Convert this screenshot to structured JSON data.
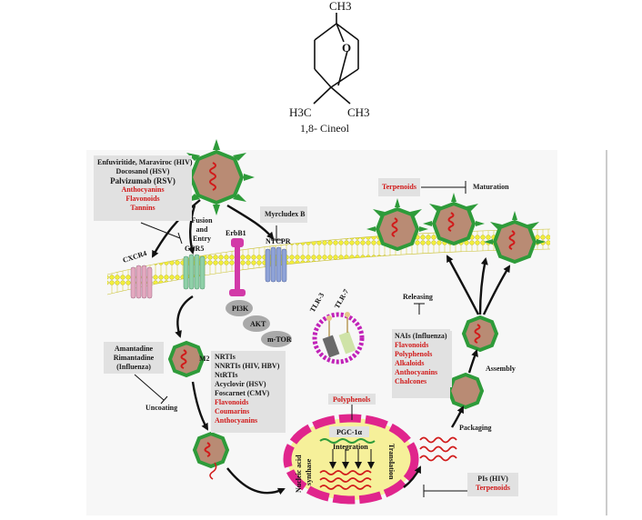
{
  "molecule": {
    "ch3_top": "CH3",
    "o_label": "O",
    "h3c_left": "H3C",
    "ch3_right": "CH3",
    "name": "1,8- Cineol"
  },
  "receptors": {
    "cxcr4": "CXCR4",
    "ccr5": "CCR5",
    "erbb1": "ErbB1",
    "ntcpr": "NTCPR",
    "tlr3": "TLR-3",
    "tlr7": "TLR-7"
  },
  "signaling": {
    "pi3k": "PI3K",
    "akt": "AKT",
    "mtor": "m-TOR"
  },
  "entry_label": [
    "Fusion",
    "and",
    "Entry"
  ],
  "entry_inhibitors": {
    "black": [
      "Enfuviritide, Maraviroc (HIV)",
      "Docosanol (HSV)",
      "Palvizumab (RSV)"
    ],
    "red": [
      "Anthocyanins",
      "Flavonoids",
      "Tannins"
    ]
  },
  "myrcludex": "Myrcludex B",
  "uncoating_inhibitors": [
    "Amantadine",
    "Rimantadine",
    "(Influenza)"
  ],
  "m2": "M2",
  "uncoating_label": "Uncoating",
  "replication_inhibitors": {
    "black": [
      "NRTIs",
      "NNRTIs (HIV, HBV)",
      "NtRTIs",
      "Acyclovir (HSV)",
      "Foscarnet (CMV)"
    ],
    "red": [
      "Flavonoids",
      "Coumarins",
      "Anthocyanins"
    ]
  },
  "nucleus": {
    "polyphenols": "Polyphenols",
    "pgc": "PGC-1α",
    "integration": "Integration",
    "nucleic_acid": "Nucleic acid",
    "synthase": "synthase",
    "translation": "Translation"
  },
  "pis": {
    "black": "PIs (HIV)",
    "red": "Terpenoids"
  },
  "packaging": "Packaging",
  "assembly": "Assembly",
  "releasing": "Releasing",
  "release_inhibitors": {
    "black": "NAIs (Influenza)",
    "red": [
      "Flavonoids",
      "Polyphenols",
      "Alkaloids",
      "Anthocyanins",
      "Chalcones"
    ]
  },
  "maturation": {
    "inhibitor": "Terpenoids",
    "label": "Maturation"
  },
  "colors": {
    "virus_green": "#2e9b3a",
    "virus_core": "#b98b74",
    "membrane": "#f2ee3a",
    "inhibitor_red": "#d11a1a",
    "nucleus_pink": "#e0258c",
    "box_gray": "#e1e1e1"
  }
}
